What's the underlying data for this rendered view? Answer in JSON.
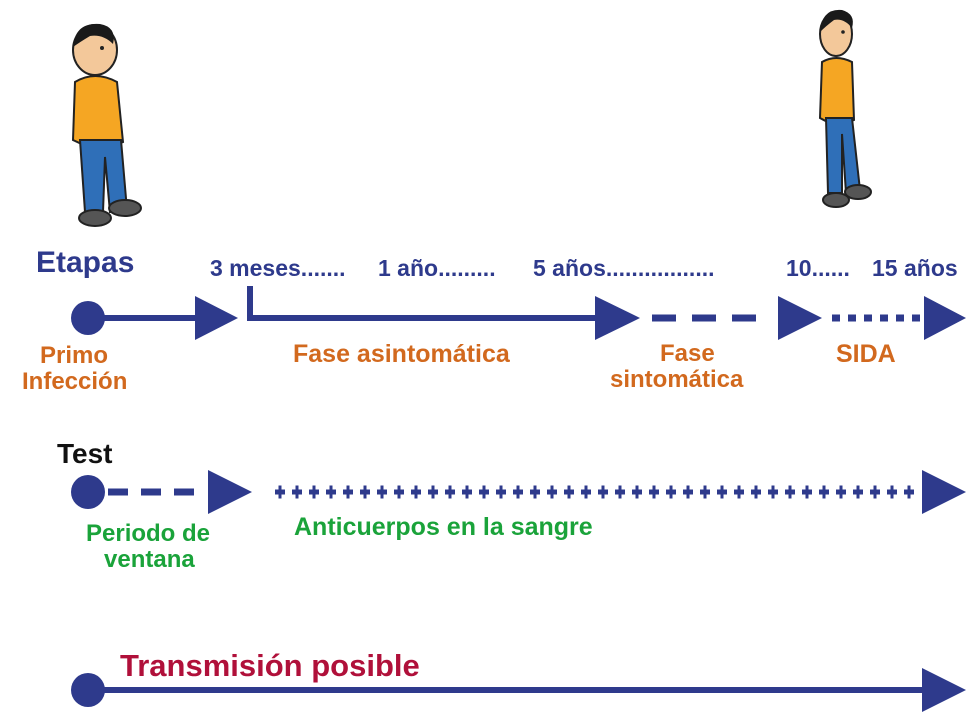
{
  "colors": {
    "timeline": "#2e3a8c",
    "phase": "#d2691e",
    "test": "#1aa33a",
    "transmission": "#b0103a",
    "heading": "#2e3a8c",
    "shirt": "#f5a623",
    "jeans": "#2f6fb8",
    "hair": "#1a1a1a"
  },
  "figures": [
    "person-figure",
    "person-figure"
  ],
  "stages": {
    "heading": "Etapas",
    "timeline_labels": [
      "3 meses.......",
      "1 año.........",
      "5 años.................",
      "10......",
      "15 años"
    ],
    "phases": {
      "primo_line1": "Primo",
      "primo_line2": "Infección",
      "asintomatica": "Fase asintomática",
      "sintomatica_line1": "Fase",
      "sintomatica_line2": "sintomática",
      "sida": "SIDA"
    }
  },
  "test": {
    "heading": "Test",
    "window_line1": "Periodo de",
    "window_line2": "ventana",
    "antibodies": "Anticuerpos en la sangre"
  },
  "transmission": {
    "label": "Transmisión posible"
  }
}
